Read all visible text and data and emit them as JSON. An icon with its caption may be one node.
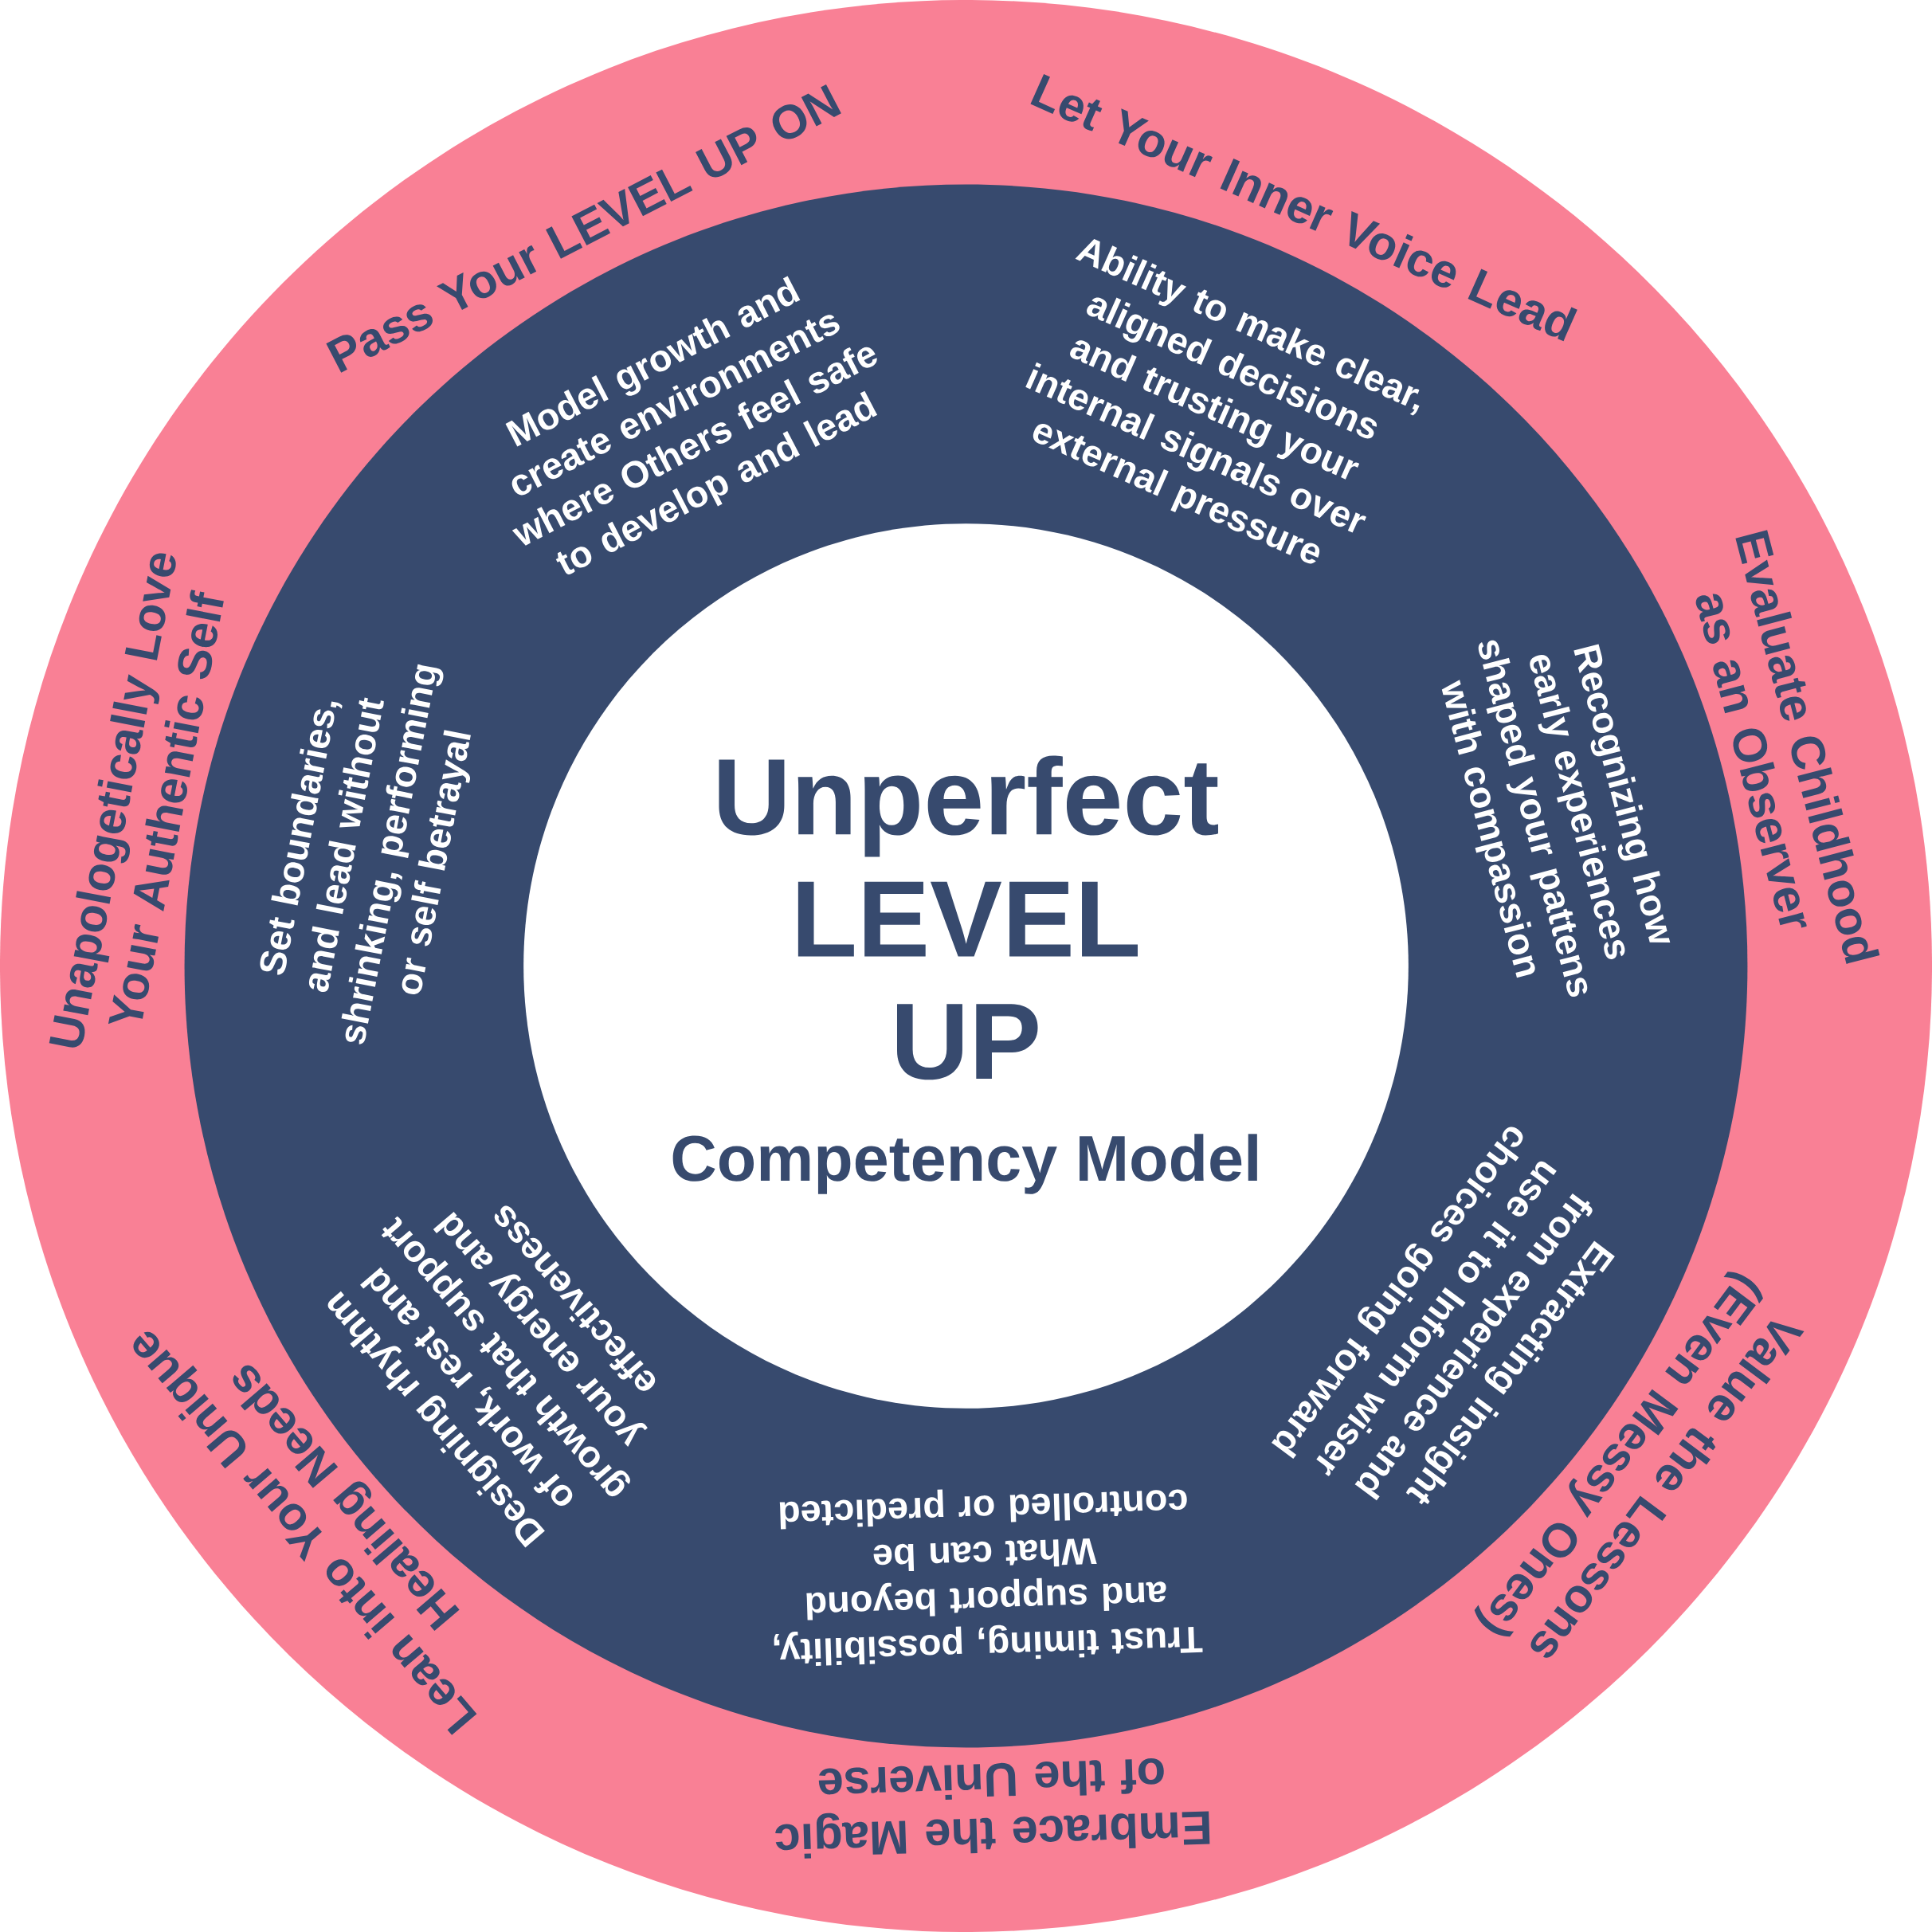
{
  "diagram": {
    "nodes": [
      {
        "text": [
          "Unperfect LEVEL UP",
          "Competency Model"
        ]
      },
      {
        "text": [
          "Let Your Inner Voice Lead",
          "Ability to make clear, aligned decisions and trusting your internal signals over external pressure"
        ]
      },
      {
        "text": [
          "Evaluate Childhood as an Observer",
          "Recognizing how early experiences shaped your pattens with compassion"
        ]
      },
      {
        "text": [
          "Value the Lessons (Even Messy Ones)",
          "Extracting insight from experience and use it to Inform wiser choices going forward"
        ]
      },
      {
        "text": [
          "Embrace the Magic of the Universe",
          "Trust timing, possibility, and support beyond What can be controlled or predicted"
        ]
      },
      {
        "text": [
          "Lean into Your Unique Healing Needs",
          "Designing rhythm of work, rest and growth that support your energy and effectiveness"
        ]
      },
      {
        "text": [
          "Unapologetically Love Your Authentic Self",
          "Set boundaries, and lead without shrinking, performing or self betrayal"
        ]
      },
      {
        "text": [
          "Pass Your LEVEL UP ON",
          "Model growth and create environments where Others feel safe to develop and lead"
        ]
      }
    ]
  }
}
